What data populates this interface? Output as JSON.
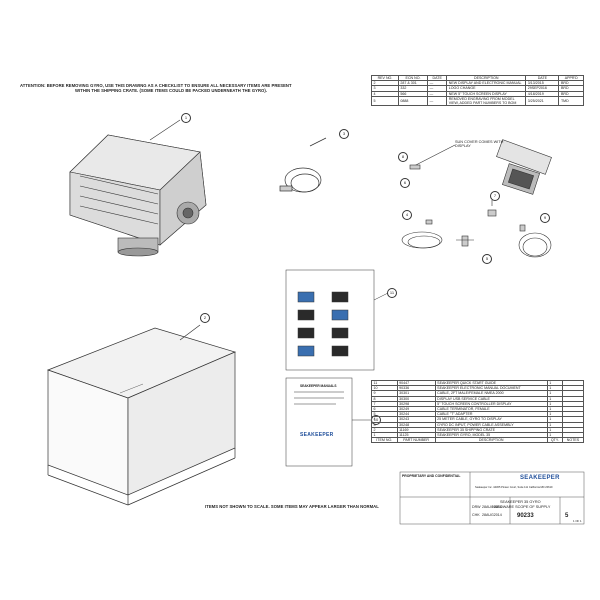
{
  "notes": {
    "top_line1": "ATTENTION: BEFORE REMOVING GYRO, USE THIS DRAWING AS A CHECKLIST TO ENSURE ALL NECESSARY ITEMS ARE PRESENT",
    "top_line2": "WITHIN THE SHIPPING CRATE. (SOME ITEMS COULD BE PACKED UNDERNEATH THE GYRO).",
    "bottom": "ITEMS NOT SHOWN TO SCALE. SOME ITEMS MAY APPEAR LARGER THAN NORMAL",
    "sun_cover": "SUN COVER COMES WITH DISPLAY"
  },
  "revision_table": {
    "headers": [
      "REV NO.",
      "ECN NO.",
      "DATE",
      "DESCRIPTION",
      "DATE",
      "APPR'D"
    ],
    "rows": [
      [
        "2",
        "287 & 301",
        "—",
        "NEW DISPLAY AND ELECTRONIC MANUAL",
        "3/13/2015",
        "BRD"
      ],
      [
        "3",
        "332",
        "—",
        "LOGO CHANGE",
        "29SEP2016",
        "BRD"
      ],
      [
        "4",
        "566",
        "—",
        "NEW 5\" TOUCH SCREEN DISPLAY",
        "4/18/2019",
        "BRD"
      ],
      [
        "5",
        "0888",
        "—",
        "REMOVED ENGRAVING FROM MODEL VIEW, ADDED PART NUMBERS TO BOM",
        "3/25/2021",
        "TMD"
      ]
    ]
  },
  "bom_table": {
    "headers": [
      "ITEM NO.",
      "PART NUMBER",
      "DESCRIPTION",
      "QTY.",
      "NOTES"
    ],
    "rows": [
      [
        "11",
        "90447",
        "SEAKEEPER QUICK START GUIDE",
        "1",
        ""
      ],
      [
        "10",
        "90336",
        "SEAKEEPER ELECTRONIC MANUAL DOCUMENT",
        "1",
        ""
      ],
      [
        "9",
        "30301",
        "CABLE, 2FT MALE/FEMALE NMEA 2000",
        "1",
        ""
      ],
      [
        "8",
        "30300",
        "DISPLAY USB SERVICE CABLE",
        "1",
        ""
      ],
      [
        "7",
        "30298",
        "5\" TOUCH SCREEN CONTROLLER DISPLAY",
        "1",
        ""
      ],
      [
        "6",
        "30249",
        "CABLE TERMINATOR, FEMALE",
        "1",
        ""
      ],
      [
        "5",
        "30244",
        "CABLE \"T\" ADAPTER",
        "1",
        ""
      ],
      [
        "4",
        "30243",
        "25 METER CABLE, GYRO TO DISPLAY",
        "1",
        ""
      ],
      [
        "3",
        "30248",
        "GYRO DC INPUT, POWER CABLE ASSEMBLY",
        "1",
        ""
      ],
      [
        "2",
        "11169",
        "SEAKEEPER 35 SHIPPING CRATE",
        "1",
        ""
      ],
      [
        "1",
        "11125",
        "SEAKEEPER GYRO, MODEL 35",
        "1",
        ""
      ]
    ]
  },
  "title_block": {
    "company": "SEAKEEPER",
    "address": "Seakeeper Inc. 44365 Pinsen Court, Suite 111 California MD 20619",
    "proprietary_heading": "PROPRIETARY AND CONFIDENTIAL",
    "title_line1": "SEAKEEPER 35 GYRO",
    "title_line2": "HARDWARE SCOPE OF SUPPLY",
    "drawing_number": "90233",
    "revision": "5",
    "sheet": "1 OF 1",
    "drawn_label": "DRW",
    "checked_label": "CHK",
    "drawn_date": "28AUG2014",
    "checked_date": "28AUG2014"
  },
  "callouts": [
    "1",
    "2",
    "3",
    "4",
    "5",
    "6",
    "7",
    "8",
    "9",
    "10",
    "11"
  ],
  "guide_cover": {
    "title": "SEAKEEPER MANUALS",
    "brand": "SEAKEEPER"
  }
}
